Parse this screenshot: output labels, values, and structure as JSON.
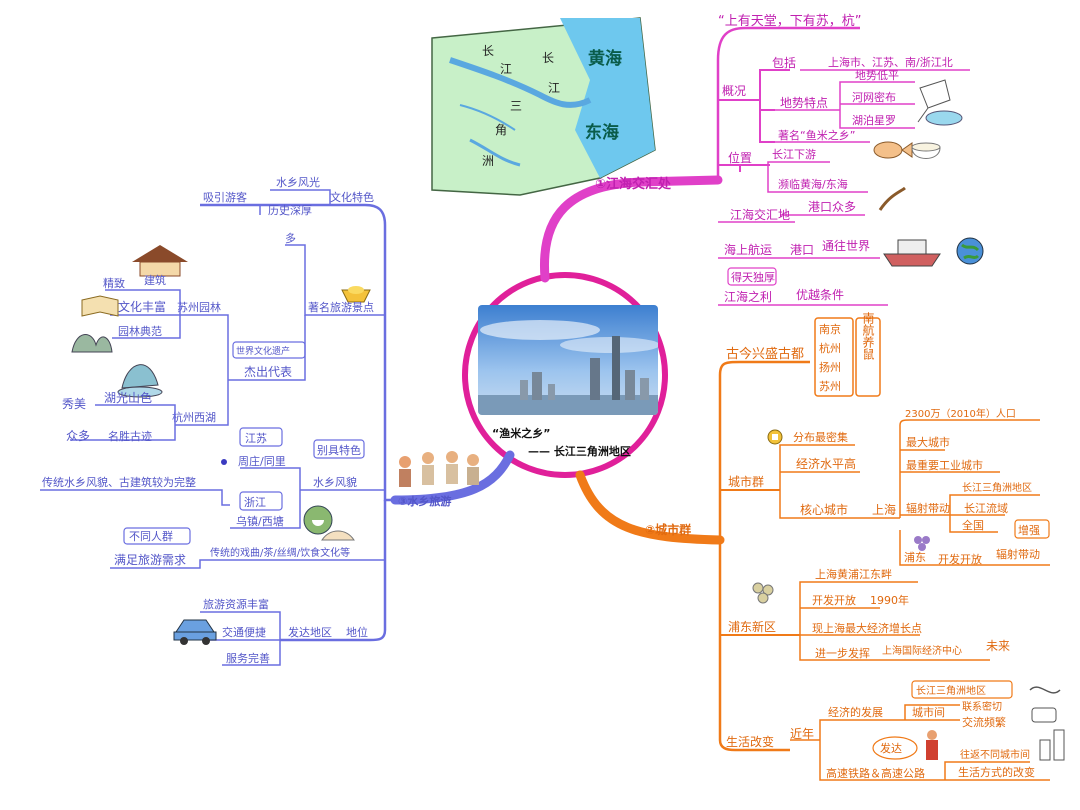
{
  "center": {
    "title": "“渔米之乡”",
    "subtitle": "—— 长江三角洲地区"
  },
  "map": {
    "labels": [
      "长",
      "江",
      "长",
      "江",
      "三",
      "角",
      "洲"
    ],
    "sea_yellow": "黄海",
    "sea_east": "东海"
  },
  "branch1": {
    "label": "①江海交汇处",
    "color": "#e040c8",
    "quote": "“上有天堂，下有苏，杭”",
    "gaikuang": "概况",
    "baokuo": "包括",
    "baokuo_val": "上海市、江苏、南/浙江北",
    "dishi": "地势特点",
    "dishi_items": [
      "地势低平",
      "河网密布",
      "湖泊星罗"
    ],
    "yumi": "著名“鱼米之乡”",
    "weizhi": "位置",
    "weizhi_items": [
      "长江下游",
      "濒临黄海/东海"
    ],
    "jianghai": "江海交汇地",
    "gangkou_many": "港口众多",
    "haishang": "海上航运",
    "gangkou": "港口",
    "tongwang": "通往世界",
    "detian": "得天独厚",
    "jianghai_li": "江海之利",
    "youyue": "优越条件"
  },
  "branch2": {
    "label": "②城市群",
    "color": "#f07a18",
    "gujin": "古今兴盛古都",
    "cities": [
      "南京",
      "杭州",
      "扬州",
      "苏州"
    ],
    "cities_side": "南航养鼠",
    "chengshiqun": "城市群",
    "fenbu": "分布最密集",
    "jingji": "经济水平高",
    "hexin": "核心城市",
    "shanghai": "上海",
    "population": "2300万（2010年）人口",
    "largest": "最大城市",
    "industry": "最重要工业城市",
    "fushe": "辐射带动",
    "fushe_items": [
      "长江三角洲地区",
      "长江流域",
      "全国"
    ],
    "zengqiang": "增强",
    "pudong_open": "浦东",
    "kaifa": "开发开放",
    "fushe2": "辐射带动",
    "pudong_new": "浦东新区",
    "pudong_items": [
      "上海黄浦江东畔",
      "开发开放",
      "1990年",
      "现上海最大经济增长点",
      "进一步发挥",
      "上海国际经济中心",
      "未来"
    ],
    "shenghuo": "生活改变",
    "jinnian": "近年",
    "jingji_fazhan": "经济的发展",
    "chengshijian": "城市间",
    "csj_items": [
      "长江三角洲地区",
      "联系密切",
      "交流频繁"
    ],
    "fada": "发达",
    "gaosu": "高速铁路＆高速公路",
    "wangfan": "往返不同城市间",
    "fangshi": "生活方式的改变"
  },
  "branch3": {
    "label": "③水乡旅游",
    "color": "#6a6ee0",
    "wenhua": "文化特色",
    "shuixiang_fengguang": "水乡风光",
    "lishi": "历史深厚",
    "xiyin": "吸引游客",
    "duo": "多",
    "zhuming": "著名旅游景点",
    "shijie": "世界文化遗产",
    "jiechu": "杰出代表",
    "suzhou": "苏州园林",
    "suzhou_items": [
      "精致",
      "建筑",
      "文化丰富",
      "园林典范"
    ],
    "hangzhou": "杭州西湖",
    "hangzhou_items": [
      "秀美",
      "湖光山色",
      "众多",
      "名胜古迹"
    ],
    "shuixiang_fengmao": "水乡风貌",
    "yibie": "别具特色",
    "jiangsu": "江苏",
    "zhouzhuang": "周庄/同里",
    "zhejiang": "浙江",
    "wuzhen": "乌镇/西塘",
    "chuantong": "传统水乡风貌、古建筑较为完整",
    "xiqu": "传统的戏曲/茶/丝绸/饮食文化等",
    "butong": "不同人群",
    "manzu": "满足旅游需求",
    "diwei": "地位",
    "fada_diqu": "发达地区",
    "diwei_items": [
      "旅游资源丰富",
      "交通便捷",
      "服务完善"
    ]
  }
}
